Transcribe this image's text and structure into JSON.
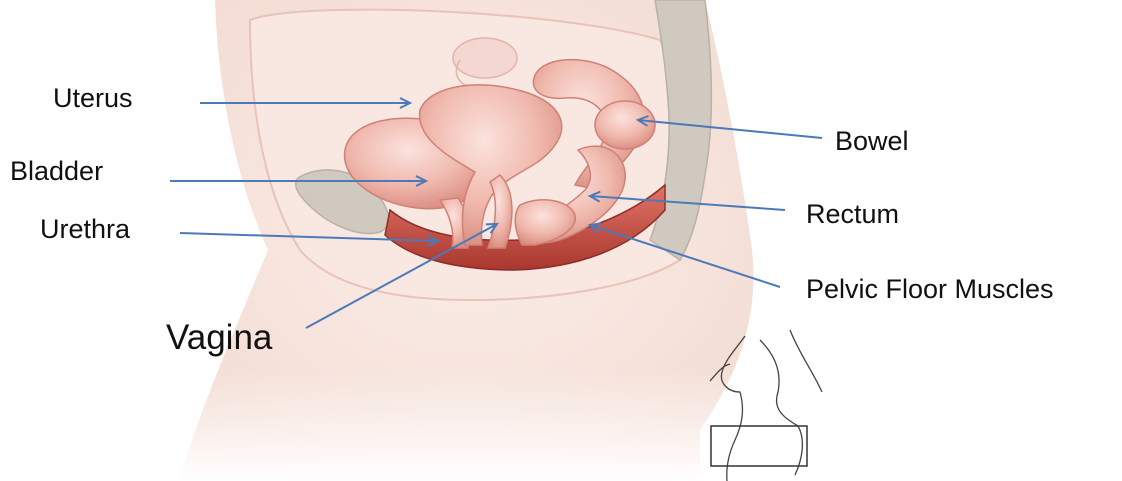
{
  "labels": {
    "uterus": "Uterus",
    "bladder": "Bladder",
    "urethra": "Urethra",
    "vagina": "Vagina",
    "bowel": "Bowel",
    "rectum": "Rectum",
    "pelvic_floor_muscles": "Pelvic Floor Muscles"
  },
  "colors": {
    "arrow": "#4a7ab8",
    "skin": "#f7e4dd",
    "organ": "#eeb3a8",
    "organ_dark": "#d98a7f",
    "muscle": "#c9524a",
    "bone": "#cfc9c0",
    "text": "#111111"
  }
}
